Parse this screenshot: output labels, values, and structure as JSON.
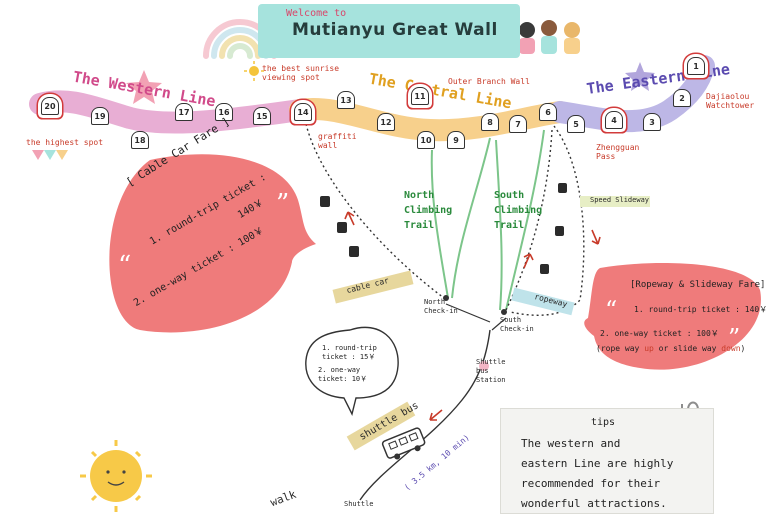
{
  "banner": {
    "welcome": "Welcome to",
    "title": "Mutianyu Great Wall"
  },
  "lines": {
    "western": "The Western Line",
    "central": "The Central Line",
    "eastern": "The Eastern Line"
  },
  "towers": [
    "20",
    "19",
    "18",
    "17",
    "16",
    "15",
    "14",
    "13",
    "12",
    "11",
    "10",
    "9",
    "8",
    "7",
    "6",
    "5",
    "4",
    "3",
    "2",
    "1"
  ],
  "labels": {
    "highest_spot": "the highest spot",
    "sunrise_spot": "the best sunrise viewing spot",
    "graffiti_wall": "graffiti wall",
    "outer_branch_wall": "Outer Branch Wall",
    "dajiaolou": "Dajiaolou Watchtower",
    "zhengguan": "Zhengguan Pass",
    "speed_slideway": "Speed Slideway",
    "north_trail": "North Climbing Trail",
    "south_trail": "South Climbing Trail",
    "cable_car": "cable car",
    "ropeway": "ropeway",
    "north_checkin": "North Check-in",
    "south_checkin": "South Check-in",
    "shuttle_station": "Shuttle bus Station",
    "shuttle_bus": "shuttle bus",
    "shuttle_distance": "( 3.5 km, 10 min)",
    "walk": "walk",
    "shuttle_bottom": "Shuttle"
  },
  "cable_fare": {
    "title": "[ Cable Car Fare ]",
    "round_trip": "1. round-trip ticket :",
    "round_price": "140￥",
    "one_way": "2. one-way ticket : 100￥"
  },
  "ropeway_fare": {
    "title": "[Ropeway & Slideway Fare]",
    "round_trip": "1. round-trip ticket : 140￥",
    "one_way": "2. one-way ticket : 100￥",
    "note_open": "(rope way",
    "note_up": "up",
    "note_mid": "or slide way",
    "note_down": "down",
    "note_close": ")"
  },
  "shuttle_fare": {
    "round_trip": "1. round-trip ticket : 15￥",
    "one_way": "2. one-way ticket: 10￥"
  },
  "tips": {
    "heading": "tips",
    "line1": "The western and",
    "line2": "eastern Line are highly",
    "line3": "recommended for their",
    "line4": "wonderful attractions."
  },
  "colors": {
    "banner": "#a6e3dd",
    "western_wall": "#e8aed4",
    "central_wall": "#f7d08c",
    "eastern_wall": "#bdb7e6",
    "bubble": "#ef7b7b",
    "trail": "#7cc58a",
    "tower_circle": "#d23b3b"
  }
}
